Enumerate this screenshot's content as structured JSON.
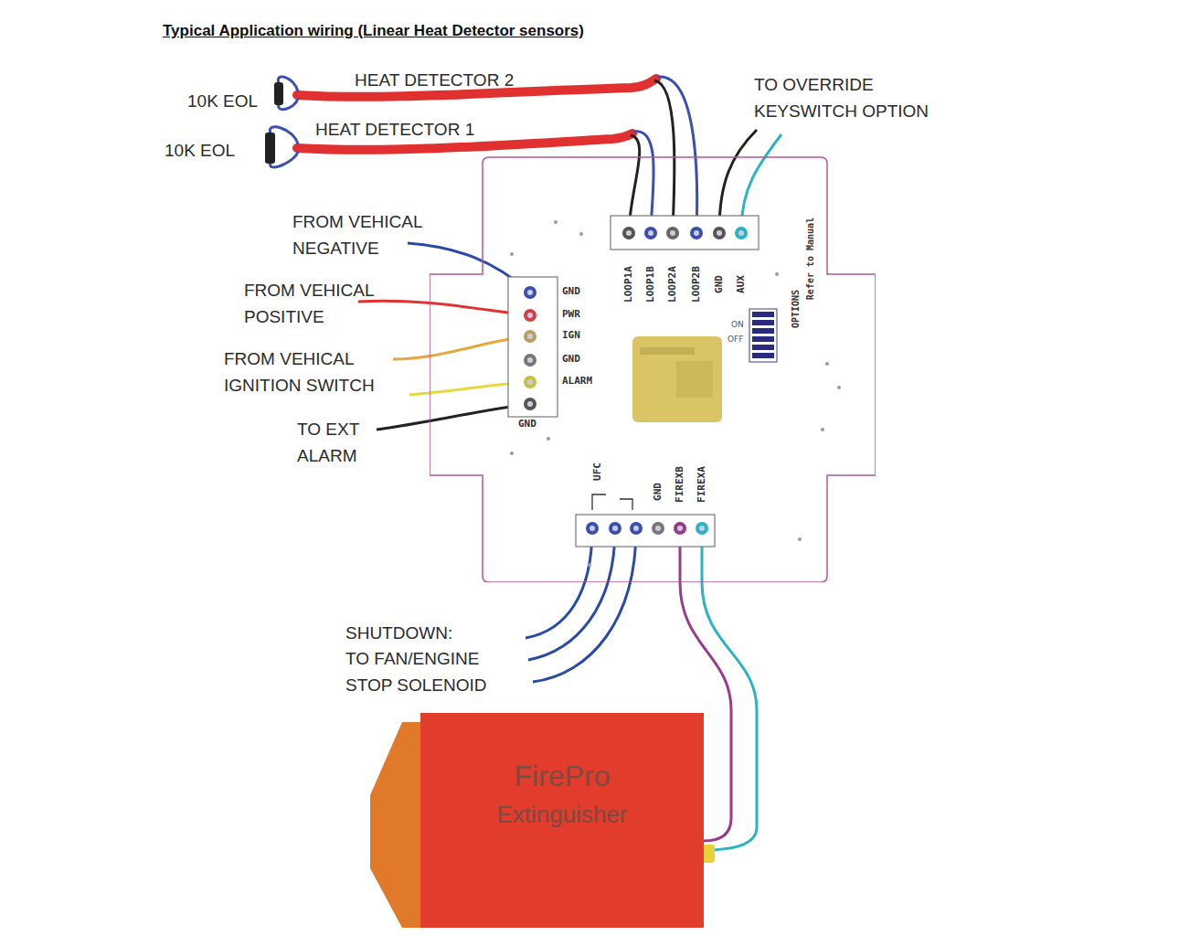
{
  "diagram": {
    "title": "Typical Application wiring (Linear Heat Detector sensors)",
    "nodes": [
      {
        "text": [
          "OPTIONS",
          "Refer to Manual"
        ]
      },
      {
        "text": [
          "FirePro",
          "Extinguisher"
        ]
      }
    ],
    "edges": [
      {
        "from": 0,
        "to": 1,
        "arrow": "none"
      },
      {
        "from": 0,
        "to": 1,
        "arrow": "none"
      }
    ],
    "labels": [
      "10K EOL",
      "HEAT DETECTOR 2",
      "TO OVERRIDE KEYSWITCH OPTION",
      "10K EOL",
      "HEAT DETECTOR 1",
      "FROM VEHICAL NEGATIVE",
      "LOOP1A",
      "LOOP1B",
      "LOOP2A",
      "LOOP2B",
      "GND",
      "AUX",
      "FROM VEHICAL POSITIVE",
      "GND",
      "PWR",
      "IGN",
      "GND",
      "ALARM",
      "ON",
      "OFF",
      "FROM VEHICAL IGNITION SWITCH",
      "TO EXT ALARM",
      "GND",
      "UFC",
      "GND",
      "FIREXB",
      "FIREXA",
      "SHUTDOWN:",
      "TO FAN/ENGINE STOP SOLENOID"
    ]
  }
}
